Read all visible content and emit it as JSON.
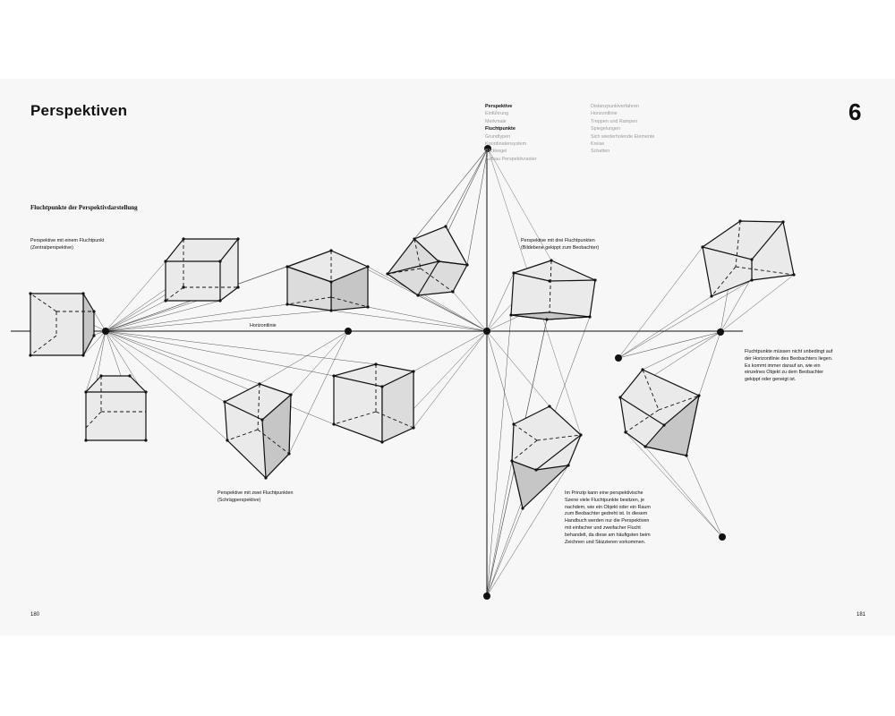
{
  "header": {
    "title": "Perspektiven",
    "chapter_number": "6"
  },
  "toc": {
    "col1": [
      "Perspektive",
      "Einführung",
      "Merkmale",
      "Fluchtpunkte",
      "Grundtypen",
      "Koordinatensystem",
      "Blickkegel",
      "Aufbau Perspektivraster"
    ],
    "col2": [
      "Distanzpunktverfahren",
      "Horizontlinie",
      "Treppen und Rampen",
      "Spiegelungen",
      "Sich wiederholende Elemente",
      "Kreise",
      "Schatten"
    ],
    "active": [
      "Perspektive",
      "Fluchtpunkte"
    ]
  },
  "section_title": "Fluchtpunkte der Perspektivdarstellung",
  "captions": {
    "one_point": [
      "Perspektive mit einem Fluchtpunkt",
      "(Zentralperspektive)"
    ],
    "three_point": [
      "Perspektive mit drei Fluchtpunkten",
      "(Bildebene gekippt zum Beobachter)"
    ],
    "two_point": [
      "Perspektive mit zwei Fluchtpunkten",
      "(Schrägperspektive)"
    ],
    "horizon": "Horizontlinie"
  },
  "notes": {
    "right": "Fluchtpunkte müssen nicht unbedingt auf der Horizontlinie des Beobachters liegen. Es kommt immer darauf an, wie ein einzelnes Objekt zu dem Beobachter gekippt oder geneigt ist.",
    "bottom": "Im Prinzip kann eine perspektivische Szene viele Fluchtpunkte besitzen, je nachdem, wie ein Objekt oder ein Raum zum Beobachter gedreht ist. In diesem Handbuch werden nur die Perspektiven mit einfacher und zweifacher Flucht behandelt, da diese am häufigsten beim Zeichnen und Skizzieren vorkommen."
  },
  "page_numbers": {
    "left": "180",
    "right": "181"
  },
  "colors": {
    "page_bg": "#f7f7f7",
    "face_light": "#eaeaea",
    "face_mid": "#dcdcdc",
    "face_dark": "#c6c6c6",
    "ink": "#111111",
    "toc_inactive": "#9a9a9a"
  }
}
